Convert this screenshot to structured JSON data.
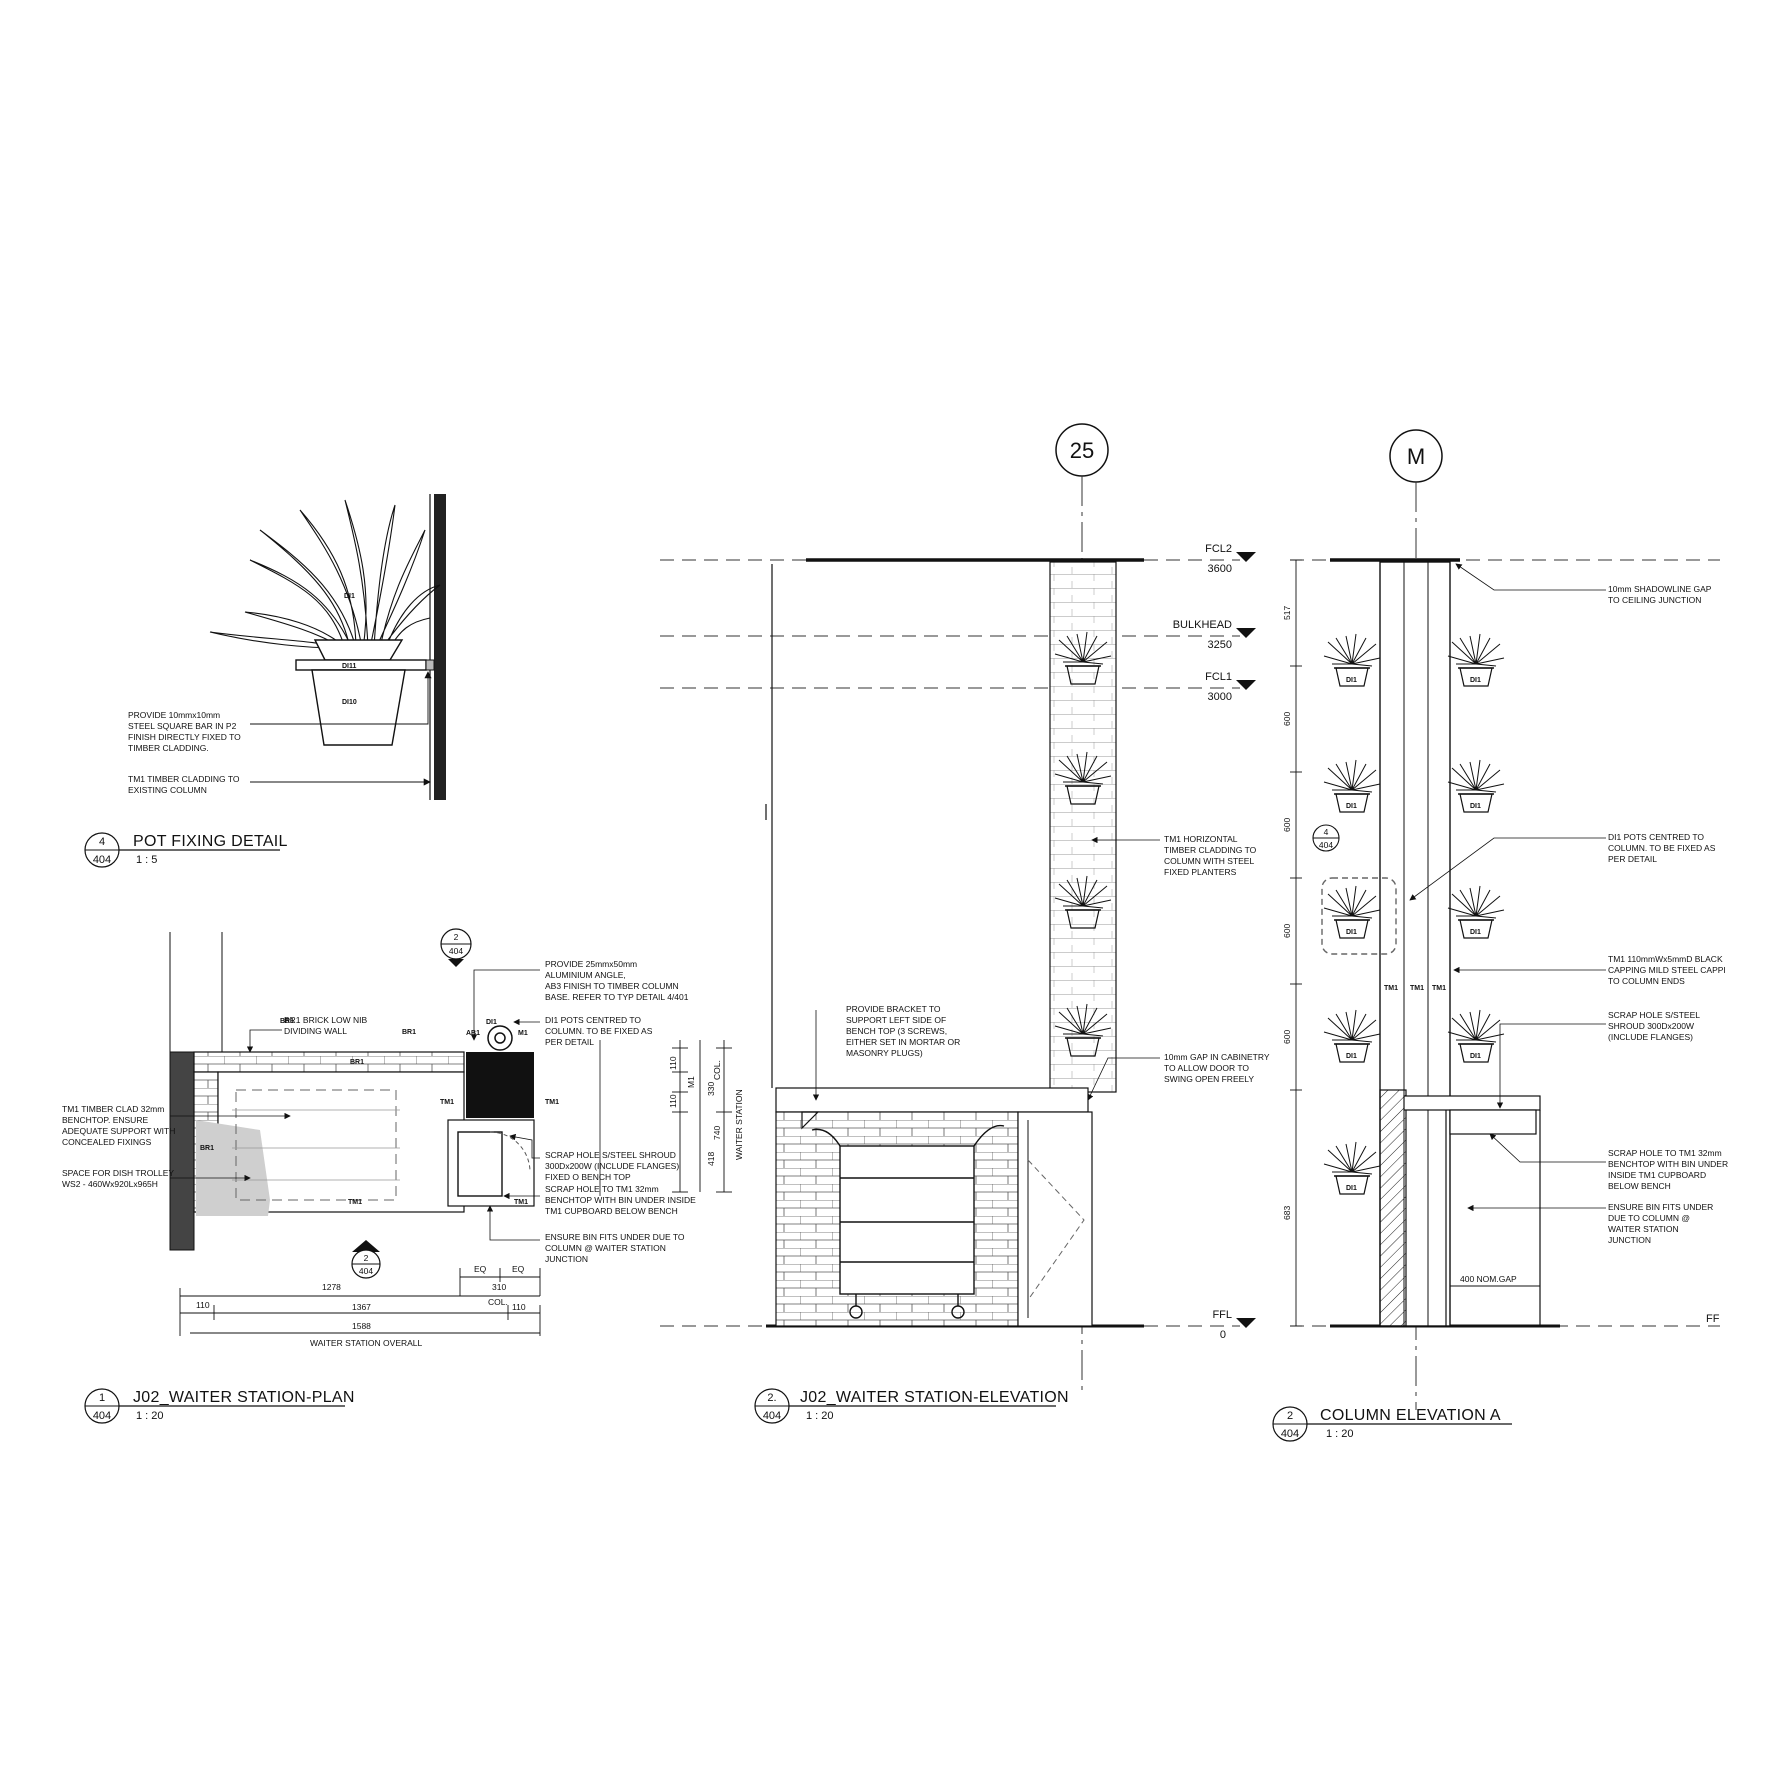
{
  "detail4": {
    "title": "POT FIXING DETAIL",
    "number": "4",
    "sheet": "404",
    "scale": "1 : 5",
    "tags": {
      "plant": "DI1",
      "ring": "DI11",
      "pot": "DI10"
    },
    "notes": [
      [
        "PROVIDE 10mmx10mm",
        "STEEL SQUARE BAR IN P2",
        "FINISH DIRECTLY FIXED TO",
        "TIMBER CLADDING."
      ],
      [
        "TM1 TIMBER CLADDING TO",
        "EXISTING COLUMN"
      ]
    ]
  },
  "detail1": {
    "title": "J02_WAITER STATION-PLAN",
    "number": "1",
    "sheet": "404",
    "scale": "1 : 20",
    "marker_top": {
      "number": "2",
      "sheet": "404"
    },
    "marker_bottom": {
      "number": "2",
      "sheet": "404"
    },
    "tags": {
      "br1a": "BR1",
      "br1b": "BR1",
      "br1c": "BR1",
      "br1d": "BR1",
      "tm1": "TM1",
      "tm1b": "TM1",
      "tm1c": "TM1",
      "tm1d": "TM1",
      "di1": "DI1",
      "m1": "M1",
      "ab1": "AB1"
    },
    "notes": {
      "left1": [
        "TM1 TIMBER CLAD 32mm",
        "BENCHTOP. ENSURE",
        "ADEQUATE SUPPORT WITH",
        "CONCEALED FIXINGS"
      ],
      "left2": [
        "SPACE FOR DISH TROLLEY",
        "WS2 - 460Wx920Lx965H"
      ],
      "top1": [
        "BR1 BRICK LOW NIB",
        "DIVIDING WALL"
      ],
      "right1": [
        "PROVIDE 25mmx50mm",
        "ALUMINIUM ANGLE,",
        "AB3 FINISH TO TIMBER COLUMN",
        "BASE. REFER TO TYP DETAIL 4/401"
      ],
      "right2": [
        "DI1 POTS CENTRED TO",
        "COLUMN. TO BE FIXED AS",
        "PER DETAIL"
      ],
      "right3": [
        "SCRAP HOLE S/STEEL SHROUD",
        "300Dx200W (INCLUDE FLANGES)",
        "FIXED O BENCH TOP"
      ],
      "right4": [
        "SCRAP HOLE TO TM1 32mm",
        "BENCHTOP WITH BIN UNDER INSIDE",
        "TM1 CUPBOARD BELOW BENCH"
      ],
      "right5": [
        "ENSURE BIN FITS UNDER DUE TO",
        "COLUMN @ WAITER STATION",
        "JUNCTION"
      ]
    },
    "dims": {
      "eq1": "EQ",
      "eq2": "EQ",
      "d310": "310",
      "d1278": "1278",
      "d110a": "110",
      "d1367": "1367",
      "col": "COL.",
      "d110b": "110",
      "d1588": "1588",
      "overall": "WAITER STATION OVERALL"
    }
  },
  "detail2": {
    "title": "J02_WAITER STATION-ELEVATION",
    "number": "2.",
    "sheet": "404",
    "scale": "1 : 20",
    "grid": "25",
    "levels": [
      {
        "name": "FCL2",
        "value": "3600"
      },
      {
        "name": "BULKHEAD",
        "value": "3250"
      },
      {
        "name": "FCL1",
        "value": "3000"
      },
      {
        "name": "FFL",
        "value": "0"
      }
    ],
    "notes": {
      "cladding": [
        "TM1 HORIZONTAL",
        "TIMBER CLADDING TO",
        "COLUMN WITH STEEL",
        "FIXED PLANTERS"
      ],
      "bracket": [
        "PROVIDE BRACKET TO",
        "SUPPORT LEFT SIDE OF",
        "BENCH TOP (3 SCREWS,",
        "EITHER SET IN MORTAR OR",
        "MASONRY PLUGS)"
      ],
      "gap": [
        "10mm GAP IN CABINETRY",
        "TO ALLOW DOOR TO",
        "SWING OPEN FREELY"
      ]
    },
    "dims": {
      "d110a": "110",
      "d110b": "110",
      "d330": "330",
      "d418": "418",
      "d740": "740",
      "m1": "M1",
      "col": "COL.",
      "ws": "WAITER STATION"
    }
  },
  "detail3": {
    "title": "COLUMN ELEVATION A",
    "number": "2",
    "sheet": "404",
    "scale": "1 : 20",
    "grid": "M",
    "ref_marker": {
      "number": "4",
      "sheet": "404"
    },
    "pot_tag": "DI1",
    "clad_tag": "TM1",
    "ffl_fragment": "FF",
    "dims": [
      "517",
      "600",
      "600",
      "600",
      "600",
      "683"
    ],
    "gap_label": "400 NOM.GAP",
    "notes": {
      "shadow": [
        "10mm SHADOWLINE GAP",
        "TO CEILING JUNCTION"
      ],
      "pots": [
        "DI1 POTS CENTRED TO",
        "COLUMN. TO BE FIXED AS",
        "PER DETAIL"
      ],
      "capping": [
        "TM1 110mmWx5mmD BLACK",
        "CAPPING MILD STEEL CAPPI",
        "TO COLUMN ENDS"
      ],
      "scrap": [
        "SCRAP HOLE S/STEEL",
        "SHROUD 300Dx200W",
        "(INCLUDE FLANGES)"
      ],
      "scrap2": [
        "SCRAP HOLE TO TM1 32mm",
        "BENCHTOP WITH BIN UNDER",
        "INSIDE TM1 CUPBOARD",
        "BELOW BENCH"
      ],
      "bin": [
        "ENSURE BIN FITS UNDER",
        "DUE TO COLUMN @",
        "WAITER STATION",
        "JUNCTION"
      ]
    }
  }
}
